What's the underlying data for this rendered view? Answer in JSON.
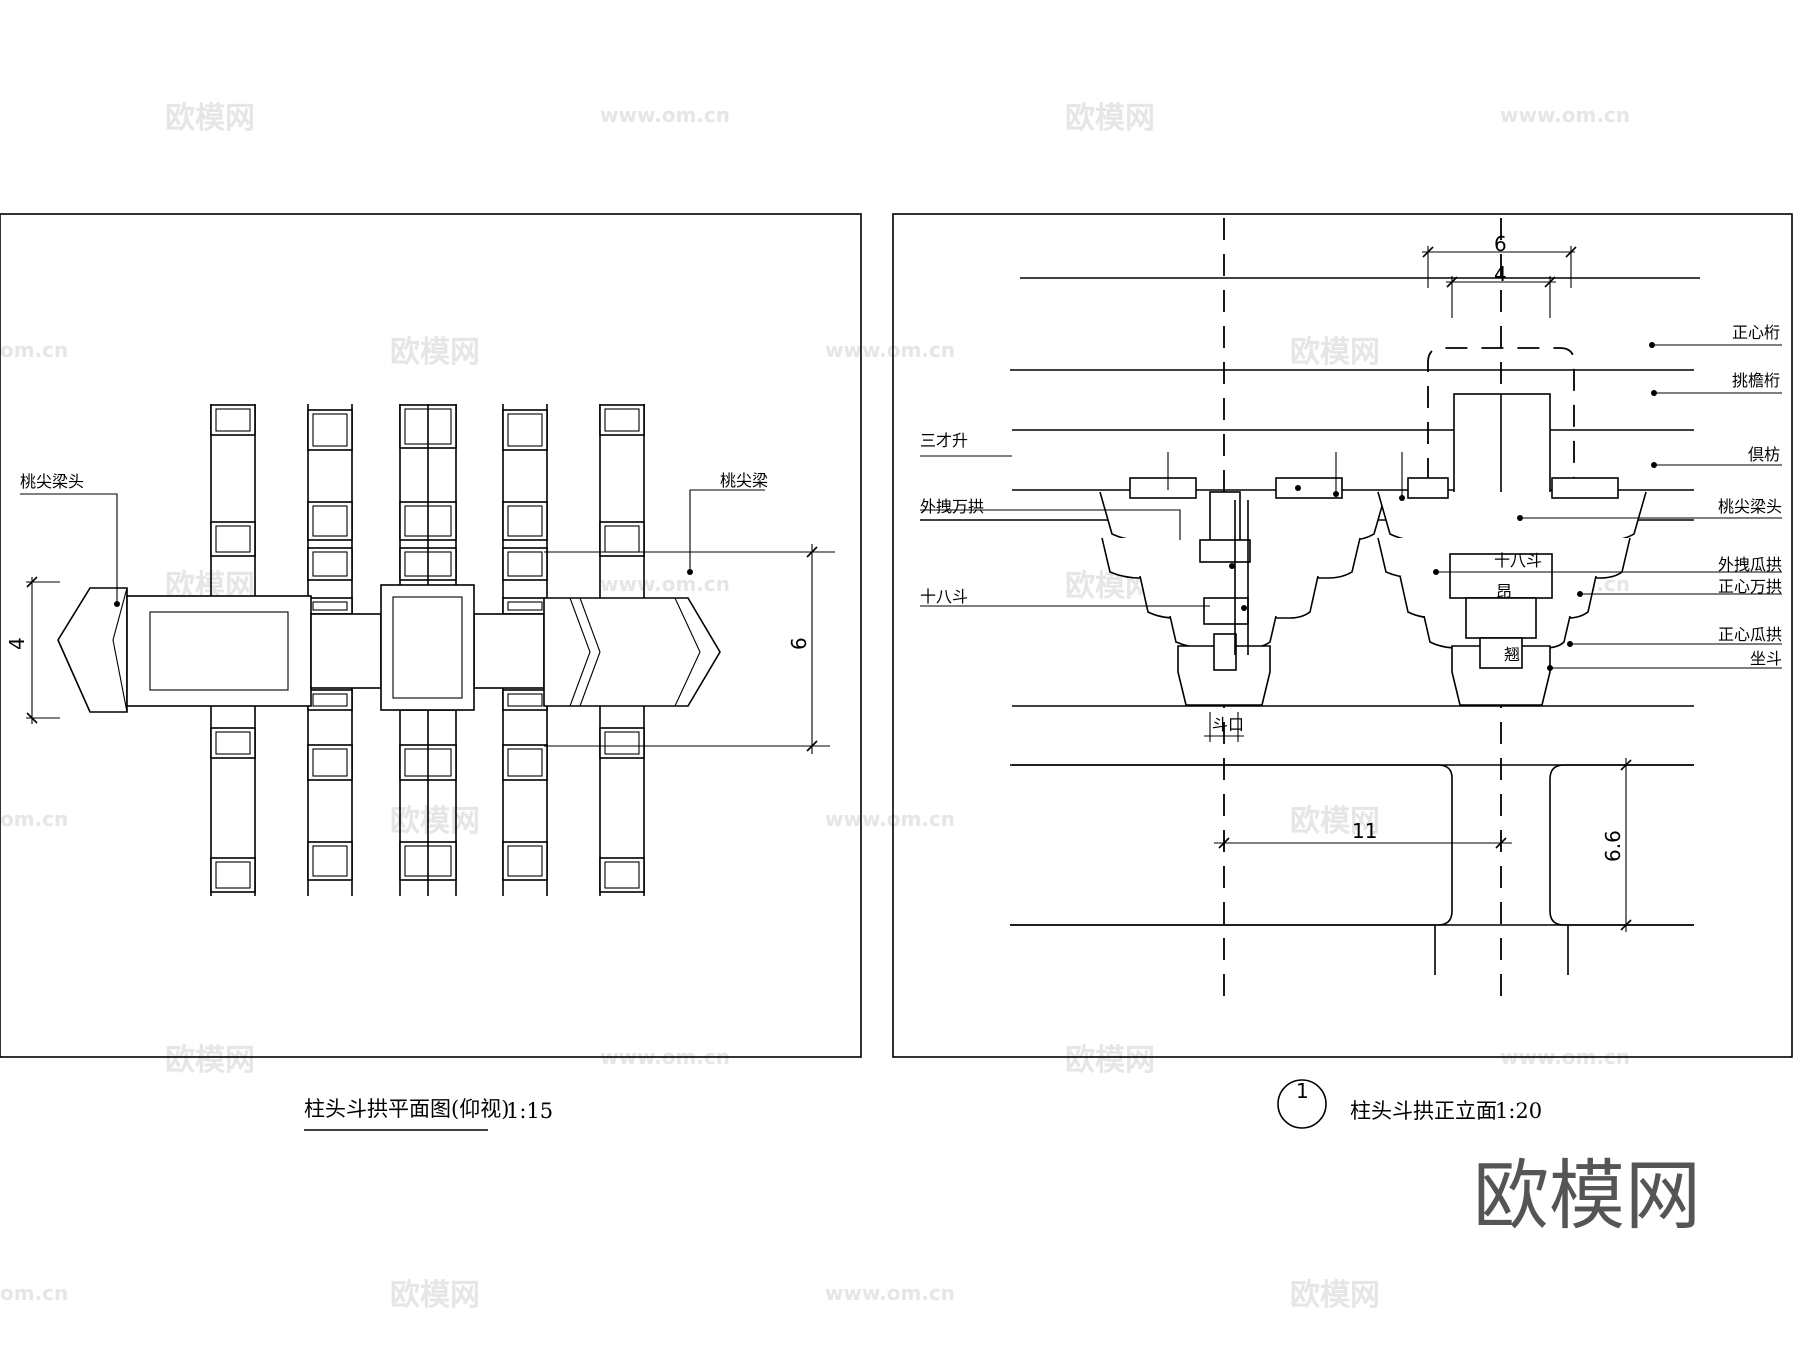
{
  "watermark": {
    "brand_cn": "欧模网",
    "url": "www.om.cn",
    "url_partial": "om.cn"
  },
  "brand_mark": "欧模网",
  "plan": {
    "title": "柱头斗拱平面图(仰视)",
    "scale": "1:15",
    "label_left": "桃尖梁头",
    "label_right": "桃尖梁",
    "dim_left": "4",
    "dim_right": "6"
  },
  "elevation": {
    "badge": "1",
    "title": "柱头斗拱正立面",
    "scale": "1:20",
    "dim_top_outer": "6",
    "dim_top_inner": "4",
    "dim_bottom": "11",
    "dim_side": "6.6",
    "dim_doukou": "斗口",
    "left_labels": [
      "三才升",
      "外拽万拱",
      "十八斗"
    ],
    "right_labels": [
      "正心桁",
      "挑檐桁",
      "倶枋",
      "桃尖梁头",
      "外拽瓜拱",
      "正心万拱",
      "正心瓜拱",
      "坐斗"
    ],
    "inner_labels": [
      "十八斗",
      "昂",
      "翘"
    ]
  }
}
